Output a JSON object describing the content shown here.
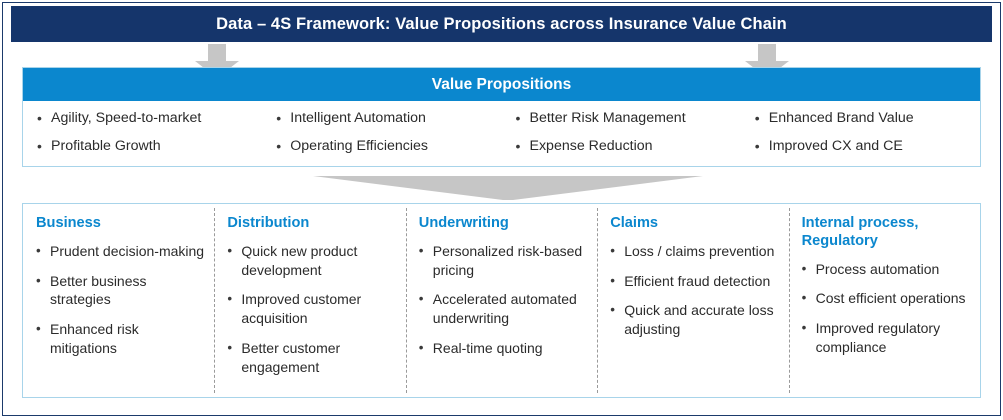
{
  "colors": {
    "title_bar_bg": "#15356b",
    "banner_bg": "#0b87ce",
    "accent_blue": "#0b87ce",
    "box_border": "#a8d4ea",
    "arrow_gray": "#c6c6c6",
    "body_text": "#2b2b2b",
    "frame_navy": "#1b3a6b"
  },
  "header": {
    "title": "Data – 4S Framework: Value Propositions across Insurance Value Chain"
  },
  "arrows": {
    "left_arrow_icon": "arrow-down-icon",
    "right_arrow_icon": "arrow-down-icon",
    "funnel_icon": "funnel-chevron-down-icon"
  },
  "value_propositions": {
    "banner_label": "Value Propositions",
    "bullet_glyph": "•",
    "columns": [
      {
        "items": [
          "Agility, Speed-to-market",
          "Profitable Growth"
        ]
      },
      {
        "items": [
          "Intelligent Automation",
          "Operating Efficiencies"
        ]
      },
      {
        "items": [
          "Better Risk Management",
          "Expense Reduction"
        ]
      },
      {
        "items": [
          "Enhanced Brand Value",
          "Improved CX and CE"
        ]
      }
    ]
  },
  "value_chain": {
    "bullet_glyph": "•",
    "columns": [
      {
        "title": "Business",
        "items": [
          "Prudent decision-making",
          "Better business strategies",
          "Enhanced risk mitigations"
        ]
      },
      {
        "title": "Distribution",
        "items": [
          "Quick new product development",
          "Improved customer acquisition",
          "Better customer engagement"
        ]
      },
      {
        "title": "Underwriting",
        "items": [
          "Personalized risk-based pricing",
          "Accelerated automated underwriting",
          "Real-time quoting"
        ]
      },
      {
        "title": "Claims",
        "items": [
          "Loss / claims prevention",
          "Efficient fraud detection",
          "Quick and accurate loss adjusting"
        ]
      },
      {
        "title": "Internal process,\nRegulatory",
        "items": [
          "Process automation",
          "Cost efficient operations",
          "Improved regulatory compliance"
        ]
      }
    ]
  }
}
